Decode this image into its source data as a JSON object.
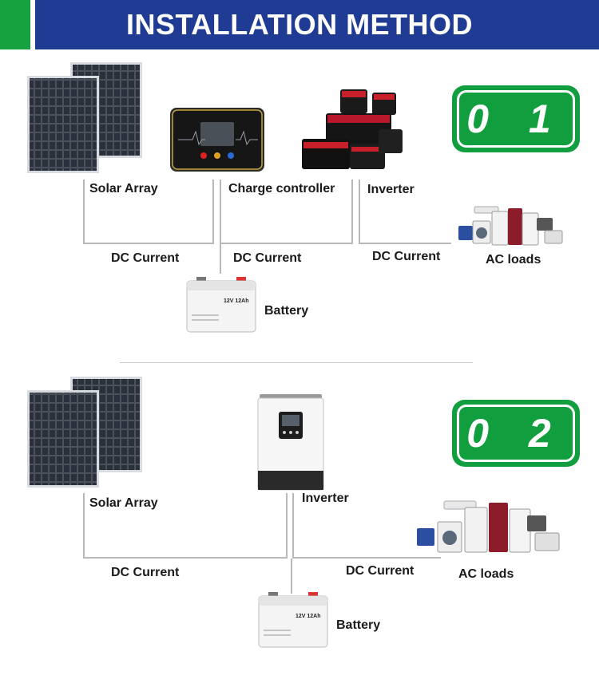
{
  "header": {
    "title": "INSTALLATION METHOD"
  },
  "section1": {
    "badge": "0 1",
    "solar_array_label": "Solar Array",
    "charge_controller_label": "Charge controller",
    "inverter_label": "Inverter",
    "ac_loads_label": "AC loads",
    "dc_current_1": "DC Current",
    "dc_current_2": "DC Current",
    "dc_current_3": "DC Current",
    "battery_label": "Battery",
    "battery_text": "12V   12Ah"
  },
  "section2": {
    "badge": "0 2",
    "solar_array_label": "Solar Array",
    "inverter_label": "Inverter",
    "ac_loads_label": "AC loads",
    "dc_current_1": "DC Current",
    "dc_current_2": "DC Current",
    "battery_label": "Battery",
    "battery_text": "12V   12Ah"
  },
  "colors": {
    "header_blue": "#1f3b93",
    "accent_green": "#15a23f",
    "line_grey": "#b8b8b8"
  }
}
